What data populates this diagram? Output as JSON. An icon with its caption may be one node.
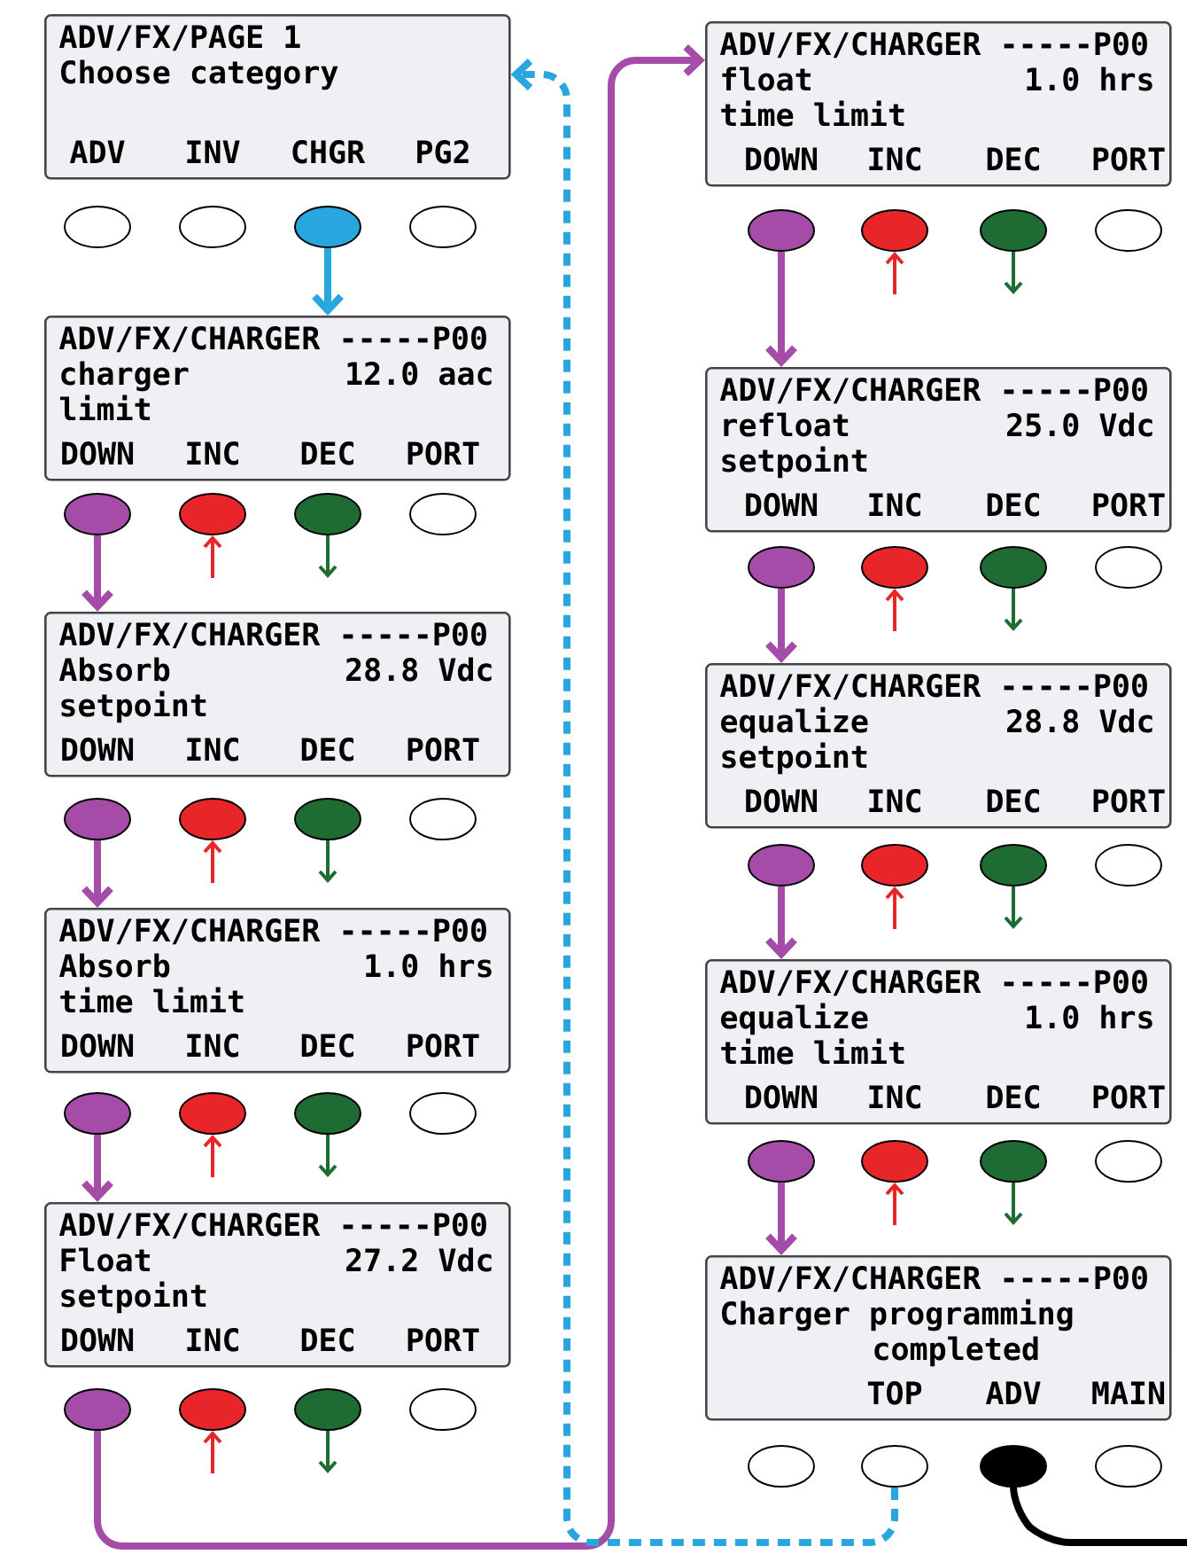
{
  "diagram": {
    "nodes": [
      {
        "text": [
          "ADV/FX/PAGE 1",
          "Choose category",
          "ADV",
          "INV",
          "CHGR",
          "PG2"
        ]
      },
      {
        "text": [],
        "shape": "ellipse"
      },
      {
        "text": [],
        "shape": "ellipse"
      },
      {
        "text": [],
        "shape": "ellipse"
      },
      {
        "text": [],
        "shape": "ellipse"
      },
      {
        "text": [
          "ADV/FX/CHARGER -----P00",
          "charger limit",
          "12.0 aac",
          "DOWN",
          "INC",
          "DEC",
          "PORT"
        ]
      },
      {
        "text": [],
        "shape": "ellipse"
      },
      {
        "text": [],
        "shape": "ellipse"
      },
      {
        "text": [],
        "shape": "ellipse"
      },
      {
        "text": [],
        "shape": "ellipse"
      },
      {
        "text": [
          "ADV/FX/CHARGER -----P00",
          "Absorb setpoint",
          "28.8 Vdc",
          "DOWN",
          "INC",
          "DEC",
          "PORT"
        ]
      },
      {
        "text": [],
        "shape": "ellipse"
      },
      {
        "text": [],
        "shape": "ellipse"
      },
      {
        "text": [],
        "shape": "ellipse"
      },
      {
        "text": [],
        "shape": "ellipse"
      },
      {
        "text": [
          "ADV/FX/CHARGER -----P00",
          "Absorb time limit",
          "1.0 hrs",
          "DOWN",
          "INC",
          "DEC",
          "PORT"
        ]
      },
      {
        "text": [],
        "shape": "ellipse"
      },
      {
        "text": [],
        "shape": "ellipse"
      },
      {
        "text": [],
        "shape": "ellipse"
      },
      {
        "text": [],
        "shape": "ellipse"
      },
      {
        "text": [
          "ADV/FX/CHARGER -----P00",
          "Float setpoint",
          "27.2 Vdc",
          "DOWN",
          "INC",
          "DEC",
          "PORT"
        ]
      },
      {
        "text": [],
        "shape": "ellipse"
      },
      {
        "text": [],
        "shape": "ellipse"
      },
      {
        "text": [],
        "shape": "ellipse"
      },
      {
        "text": [],
        "shape": "ellipse"
      },
      {
        "text": [
          "ADV/FX/CHARGER -----P00",
          "float time limit",
          "1.0 hrs",
          "DOWN",
          "INC",
          "DEC",
          "PORT"
        ]
      },
      {
        "text": [],
        "shape": "ellipse"
      },
      {
        "text": [],
        "shape": "ellipse"
      },
      {
        "text": [],
        "shape": "ellipse"
      },
      {
        "text": [],
        "shape": "ellipse"
      },
      {
        "text": [
          "ADV/FX/CHARGER -----P00",
          "refloat setpoint",
          "25.0 Vdc",
          "DOWN",
          "INC",
          "DEC",
          "PORT"
        ]
      },
      {
        "text": [],
        "shape": "ellipse"
      },
      {
        "text": [],
        "shape": "ellipse"
      },
      {
        "text": [],
        "shape": "ellipse"
      },
      {
        "text": [],
        "shape": "ellipse"
      },
      {
        "text": [
          "ADV/FX/CHARGER -----P00",
          "equalize setpoint",
          "28.8 Vdc",
          "DOWN",
          "INC",
          "DEC",
          "PORT"
        ]
      },
      {
        "text": [],
        "shape": "ellipse"
      },
      {
        "text": [],
        "shape": "ellipse"
      },
      {
        "text": [],
        "shape": "ellipse"
      },
      {
        "text": [],
        "shape": "ellipse"
      },
      {
        "text": [
          "ADV/FX/CHARGER -----P00",
          "equalize time limit",
          "1.0 hrs",
          "DOWN",
          "INC",
          "DEC",
          "PORT"
        ]
      },
      {
        "text": [],
        "shape": "ellipse"
      },
      {
        "text": [],
        "shape": "ellipse"
      },
      {
        "text": [],
        "shape": "ellipse"
      },
      {
        "text": [],
        "shape": "ellipse"
      },
      {
        "text": [
          "ADV/FX/CHARGER -----P00",
          "Charger programming completed",
          "TOP",
          "ADV",
          "MAIN"
        ]
      },
      {
        "text": [],
        "shape": "ellipse"
      },
      {
        "text": [],
        "shape": "ellipse"
      },
      {
        "text": [],
        "shape": "ellipse"
      },
      {
        "text": [],
        "shape": "ellipse"
      }
    ],
    "edges": [
      {
        "from": 3,
        "to": 5,
        "arrow": "to",
        "style": "thick",
        "color": "#2aa6df"
      },
      {
        "from": 6,
        "to": 10,
        "arrow": "to",
        "style": "thick",
        "color": "#a54ba8"
      },
      {
        "from": null,
        "to": 7,
        "arrow": "to",
        "color": "#e8262a"
      },
      {
        "from": 8,
        "to": null,
        "arrow": "to",
        "color": "#1e6b34"
      },
      {
        "from": 11,
        "to": 15,
        "arrow": "to",
        "style": "thick",
        "color": "#a54ba8"
      },
      {
        "from": null,
        "to": 12,
        "arrow": "to",
        "color": "#e8262a"
      },
      {
        "from": 13,
        "to": null,
        "arrow": "to",
        "color": "#1e6b34"
      },
      {
        "from": 16,
        "to": 20,
        "arrow": "to",
        "style": "thick",
        "color": "#a54ba8"
      },
      {
        "from": null,
        "to": 17,
        "arrow": "to",
        "color": "#e8262a"
      },
      {
        "from": 18,
        "to": null,
        "arrow": "to",
        "color": "#1e6b34"
      },
      {
        "from": 21,
        "to": 25,
        "arrow": "to",
        "style": "thick",
        "color": "#a54ba8"
      },
      {
        "from": null,
        "to": 22,
        "arrow": "to",
        "color": "#e8262a"
      },
      {
        "from": 23,
        "to": null,
        "arrow": "to",
        "color": "#1e6b34"
      },
      {
        "from": 26,
        "to": 30,
        "arrow": "to",
        "style": "thick",
        "color": "#a54ba8"
      },
      {
        "from": null,
        "to": 27,
        "arrow": "to",
        "color": "#e8262a"
      },
      {
        "from": 28,
        "to": null,
        "arrow": "to",
        "color": "#1e6b34"
      },
      {
        "from": 31,
        "to": 35,
        "arrow": "to",
        "style": "thick",
        "color": "#a54ba8"
      },
      {
        "from": null,
        "to": 32,
        "arrow": "to",
        "color": "#e8262a"
      },
      {
        "from": 33,
        "to": null,
        "arrow": "to",
        "color": "#1e6b34"
      },
      {
        "from": 36,
        "to": 40,
        "arrow": "to",
        "style": "thick",
        "color": "#a54ba8"
      },
      {
        "from": null,
        "to": 37,
        "arrow": "to",
        "color": "#e8262a"
      },
      {
        "from": 38,
        "to": null,
        "arrow": "to",
        "color": "#1e6b34"
      },
      {
        "from": 41,
        "to": 45,
        "arrow": "to",
        "style": "thick",
        "color": "#a54ba8"
      },
      {
        "from": null,
        "to": 42,
        "arrow": "to",
        "color": "#e8262a"
      },
      {
        "from": 43,
        "to": null,
        "arrow": "to",
        "color": "#1e6b34"
      },
      {
        "from": 47,
        "to": 0,
        "arrow": "to",
        "style": "dashed",
        "color": "#2aa6df"
      },
      {
        "from": 48,
        "to": null,
        "arrow": "none",
        "style": "thick",
        "color": "#000000"
      }
    ]
  }
}
